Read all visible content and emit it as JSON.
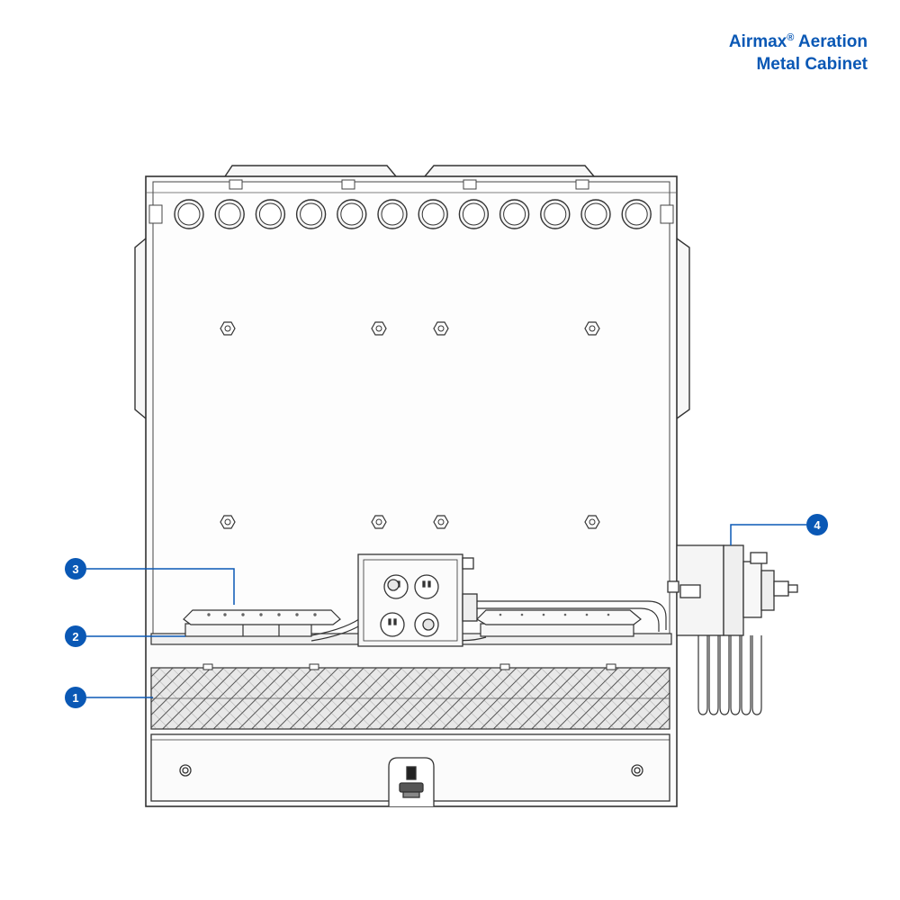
{
  "title": {
    "brand": "Airmax",
    "mark": "®",
    "line1_rest": " Aeration",
    "line2": "Metal Cabinet"
  },
  "callouts": [
    {
      "id": "1",
      "label": "1"
    },
    {
      "id": "2",
      "label": "2"
    },
    {
      "id": "3",
      "label": "3"
    },
    {
      "id": "4",
      "label": "4"
    }
  ],
  "colors": {
    "accent": "#0a58b5",
    "line": "#333333",
    "fill": "#f4f4f4"
  }
}
